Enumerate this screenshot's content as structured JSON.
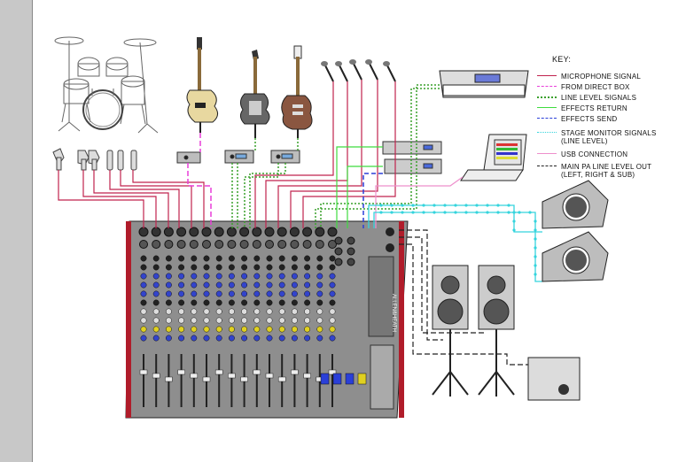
{
  "colors": {
    "microphone_signal": "#c0234e",
    "from_direct_box": "#e83ed9",
    "line_level_signals": "#3aa02c",
    "effects_return": "#3fdc3f",
    "effects_send": "#2a3fd8",
    "stage_monitor": "#35d4dd",
    "usb_connection": "#ee8fcc",
    "main_pa": "#222222",
    "mixer_body": "#8e8e8e",
    "mixer_trim": "#b01c2a"
  },
  "mixer": {
    "brand": "ALLEN&HEATH"
  },
  "key": {
    "title": "KEY:",
    "items": [
      {
        "label": "MICROPHONE SIGNAL",
        "style": "solid",
        "color": "#c0234e"
      },
      {
        "label": "FROM DIRECT BOX",
        "style": "dashed",
        "color": "#e83ed9"
      },
      {
        "label": "LINE LEVEL SIGNALS",
        "style": "dotted",
        "color": "#3aa02c"
      },
      {
        "label": "EFFECTS RETURN",
        "style": "solid",
        "color": "#3fdc3f"
      },
      {
        "label": "EFFECTS SEND",
        "style": "dashed",
        "color": "#2a3fd8"
      },
      {
        "label": "STAGE MONITOR SIGNALS\n(LINE LEVEL)",
        "style": "beaded",
        "color": "#35d4dd"
      },
      {
        "label": "USB CONNECTION",
        "style": "solid",
        "color": "#ee8fcc"
      },
      {
        "label": "MAIN PA LINE LEVEL OUT\n(LEFT, RIGHT & SUB)",
        "style": "dashed",
        "color": "#222222"
      }
    ]
  },
  "icons": {
    "drum_kit": "drum-kit-icon",
    "bass_guitar": "bass-guitar-icon",
    "electric_guitar": "electric-guitar-icon",
    "les_paul_guitar": "les-paul-guitar-icon",
    "vocal_mics": "microphone-icon",
    "keyboard": "keyboard-icon",
    "rack_unit": "rack-effects-icon",
    "laptop": "laptop-icon",
    "stage_monitor": "stage-monitor-icon",
    "pa_speaker": "pa-speaker-icon",
    "subwoofer": "subwoofer-icon",
    "direct_box": "direct-box-icon",
    "drum_mics": "drum-mic-icon"
  }
}
